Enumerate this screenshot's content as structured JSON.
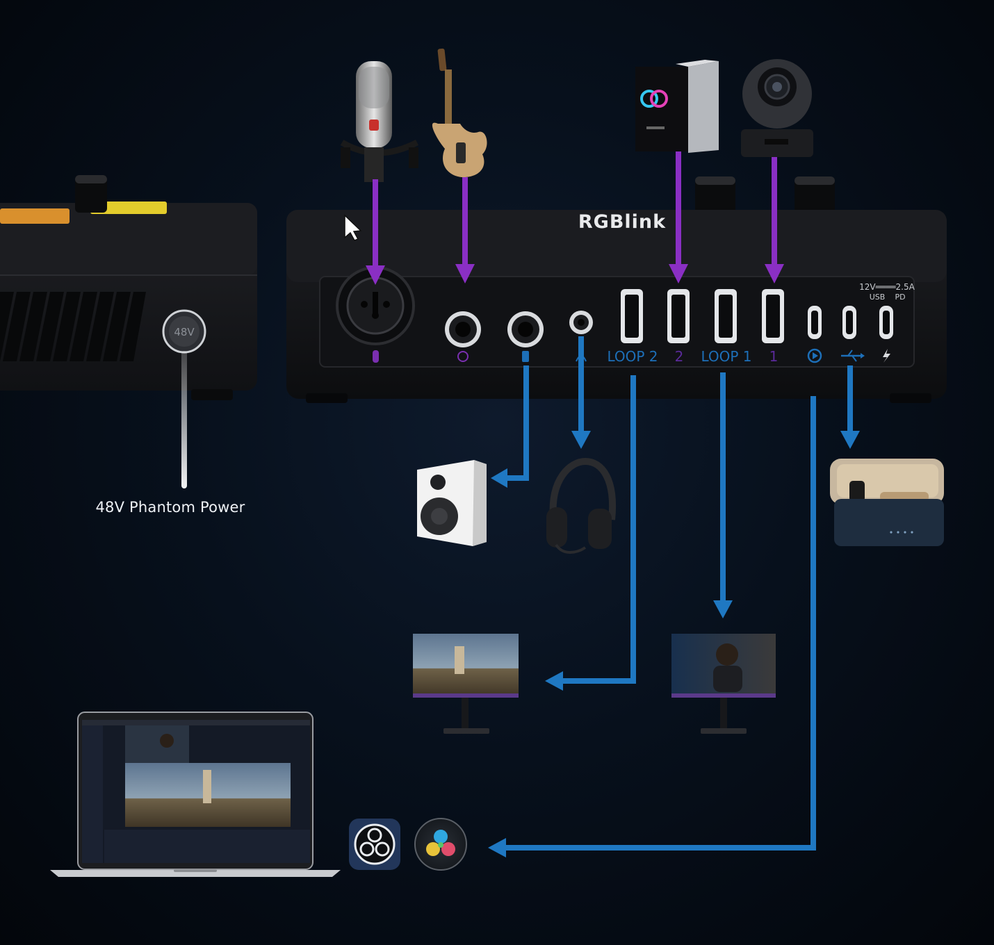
{
  "device": {
    "brand": "RGBlink",
    "power_spec_line1": "12V════2.5A",
    "power_spec_usb": "USB",
    "power_spec_pd": "PD"
  },
  "side_panel": {
    "button_label": "48V",
    "caption": "48V Phantom Power"
  },
  "port_labels": {
    "loop2": "LOOP 2",
    "hdmi2": "2",
    "loop1": "LOOP 1",
    "hdmi1": "1"
  },
  "colors": {
    "input_arrow": "#8a2fc4",
    "output_arrow": "#1f78c2",
    "device_body": "#141518",
    "port_label": "#1d6fb8",
    "caption_text": "#eef1f5"
  },
  "icons": {
    "microphone": "studio-microphone-icon",
    "guitar": "electric-guitar-icon",
    "pc": "gaming-pc-icon",
    "camera": "ptz-camera-icon",
    "speaker": "speaker-icon",
    "headset": "headset-icon",
    "wireless_mic": "wireless-mic-case-icon",
    "monitor_left": "monitor-game-scene-icon",
    "monitor_right": "monitor-streamer-icon",
    "laptop": "laptop-icon",
    "obs": "obs-studio-icon",
    "resolve": "davinci-resolve-icon"
  }
}
